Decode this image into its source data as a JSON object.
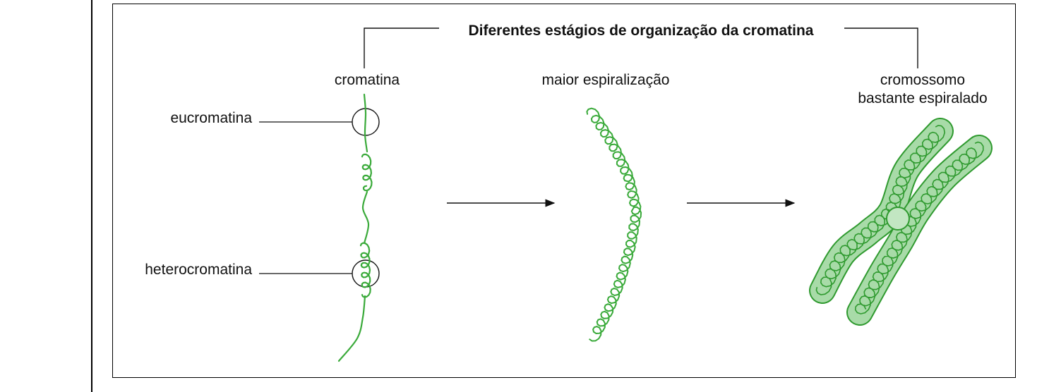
{
  "title": "Diferentes estágios de organização da cromatina",
  "stages": {
    "stage1": "cromatina",
    "stage2": "maior espiralização",
    "stage3_line1": "cromossomo",
    "stage3_line2": "bastante espiralado"
  },
  "callouts": {
    "euchromatin": "eucromatina",
    "heterochromatin": "heterocromatina"
  },
  "colors": {
    "fiber": "#3aaa3a",
    "chromosome_fill": "#a8dba8",
    "centromere_fill": "#c2e6c2",
    "line": "#111111"
  }
}
